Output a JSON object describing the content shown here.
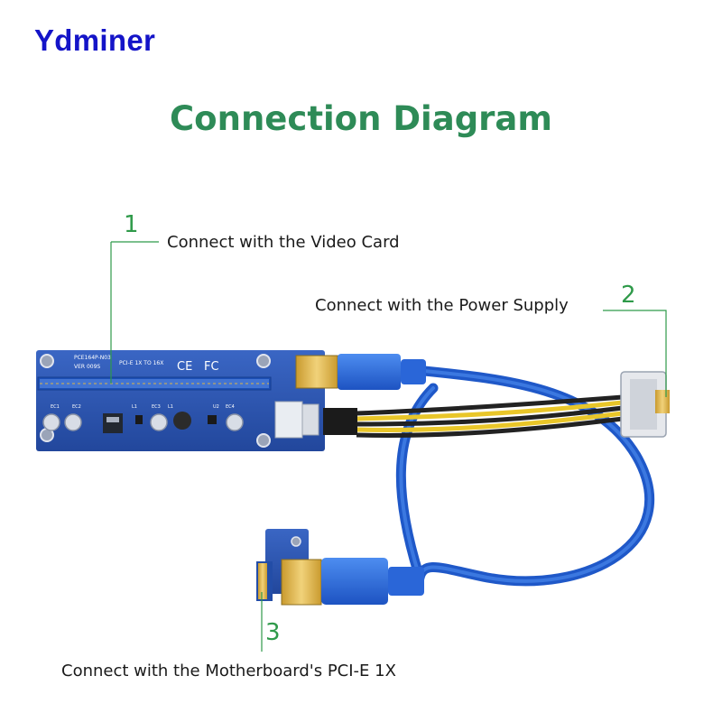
{
  "brand": "Ydminer",
  "title": "Connection Diagram",
  "callouts": [
    {
      "number": "1",
      "text": "Connect with the Video Card"
    },
    {
      "number": "2",
      "text": "Connect with the Power Supply"
    },
    {
      "number": "3",
      "text": "Connect with the Motherboard's PCI-E 1X"
    }
  ],
  "board": {
    "model": "PCE164P-N03",
    "spec": "PCI-E 1X TO 16X",
    "version": "VER 009S",
    "marks": [
      "CE",
      "FC"
    ],
    "components": [
      "EC1",
      "EC2",
      "L1",
      "EC3",
      "L1",
      "U2",
      "EC4"
    ]
  },
  "colors": {
    "brand": "#1414c8",
    "title": "#2e8b57",
    "leader": "#2f9a4a",
    "pcb": "#2d55b0",
    "cable": "#2563d6",
    "gold": "#d9b54a"
  }
}
